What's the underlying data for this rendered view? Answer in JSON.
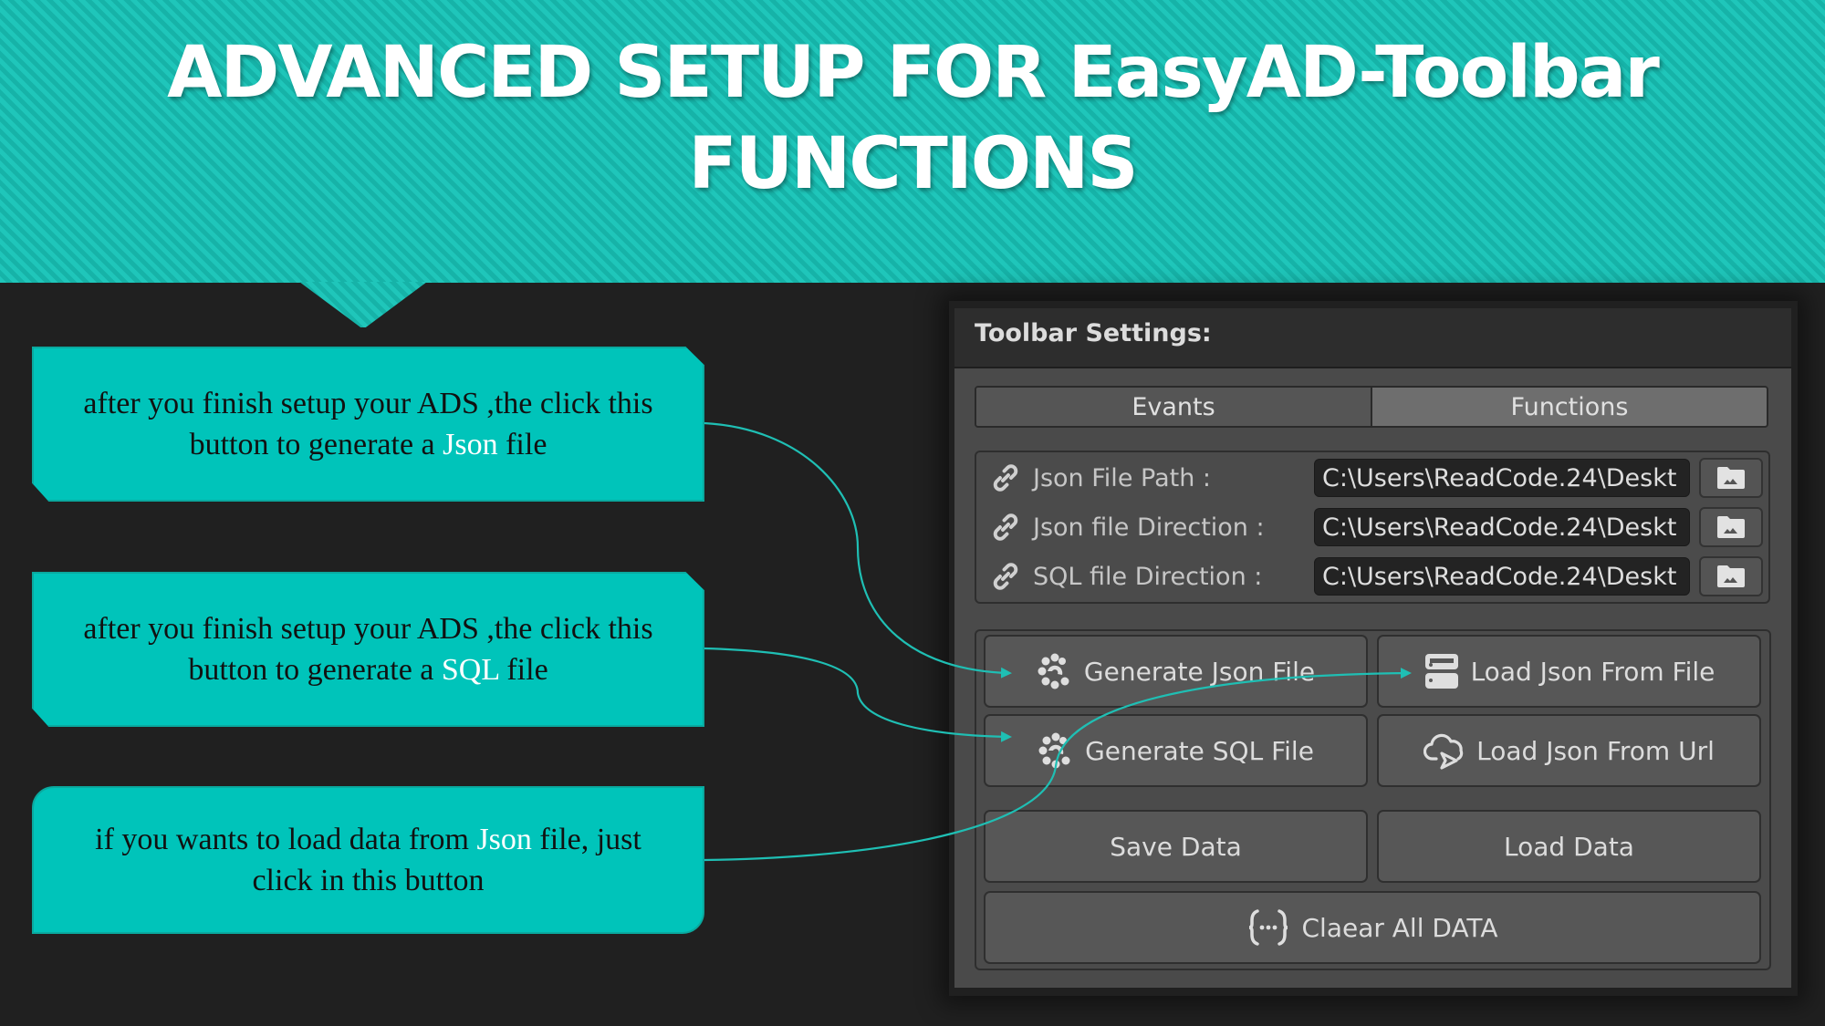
{
  "slide": {
    "title_line1": "ADVANCED SETUP FOR EasyAD-Toolbar",
    "title_line2": "FUNCTIONS",
    "accent_color": "#1fc6ba"
  },
  "callouts": [
    {
      "before": "after you finish setup your ADS ,the click this button to generate a ",
      "highlight": "Json",
      "after": " file"
    },
    {
      "before": "after you finish setup your ADS ,the click this button to generate a ",
      "highlight": "SQL",
      "after": " file"
    },
    {
      "before": "if you  wants to load data from ",
      "highlight": "Json",
      "after": " file, just click in this button"
    }
  ],
  "panel": {
    "header": "Toolbar Settings:",
    "tabs": [
      {
        "label": "Evants",
        "active": false
      },
      {
        "label": "Functions",
        "active": true
      }
    ],
    "fields": [
      {
        "icon": "link-icon",
        "label": "Json File Path :",
        "value": "C:\\Users\\ReadCode.24\\Deskt",
        "button_icon": "folder-icon"
      },
      {
        "icon": "link-icon",
        "label": "Json file Direction :",
        "value": "C:\\Users\\ReadCode.24\\Deskt",
        "button_icon": "folder-icon"
      },
      {
        "icon": "link-icon",
        "label": "SQL file Direction :",
        "value": "C:\\Users\\ReadCode.24\\Deskt",
        "button_icon": "folder-icon"
      }
    ],
    "buttons": {
      "generate_json": {
        "label": "Generate Json File",
        "icon": "gear-icon"
      },
      "load_json_file": {
        "label": "Load Json From File",
        "icon": "server-icon"
      },
      "generate_sql": {
        "label": "Generate SQL File",
        "icon": "gear-icon"
      },
      "load_json_url": {
        "label": "Load Json From Url",
        "icon": "cloud-icon"
      },
      "save_data": {
        "label": "Save Data"
      },
      "load_data": {
        "label": "Load Data"
      },
      "clear_all": {
        "label": "Claear All DATA",
        "icon": "brackets-icon"
      }
    }
  }
}
